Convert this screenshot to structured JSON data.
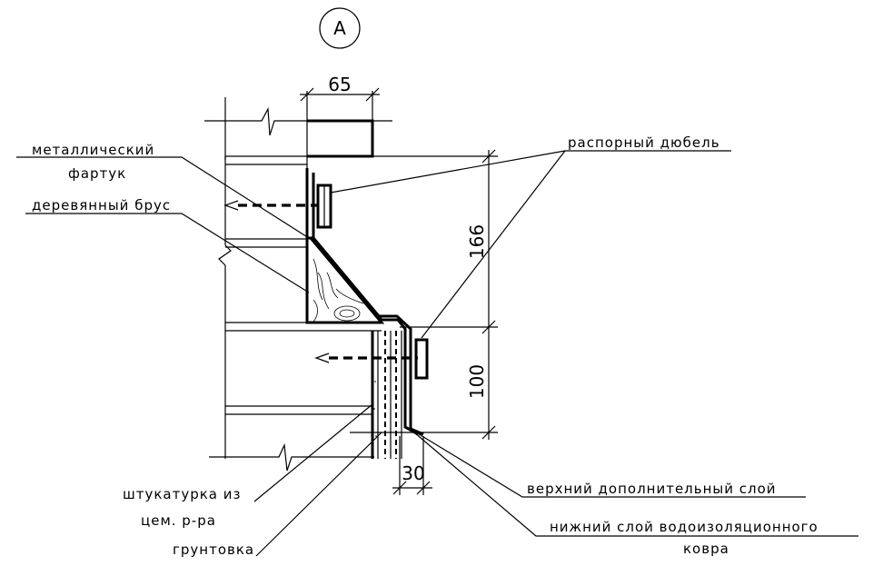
{
  "callout": {
    "letter": "A"
  },
  "dimensions": {
    "top": "65",
    "height_upper": "166",
    "height_lower": "100",
    "bottom": "30"
  },
  "labels": {
    "metal_apron_1": "металлический",
    "metal_apron_2": "фартук",
    "wooden_beam": "деревянный брус",
    "anchor_dowel": "распорный дюбель",
    "plaster_1": "штукатурка из",
    "plaster_2": "цем. р-ра",
    "primer": "грунтовка",
    "upper_layer": "верхний дополнительный слой",
    "lower_layer_1": "нижний слой водоизоляционного",
    "lower_layer_2": "ковра"
  }
}
